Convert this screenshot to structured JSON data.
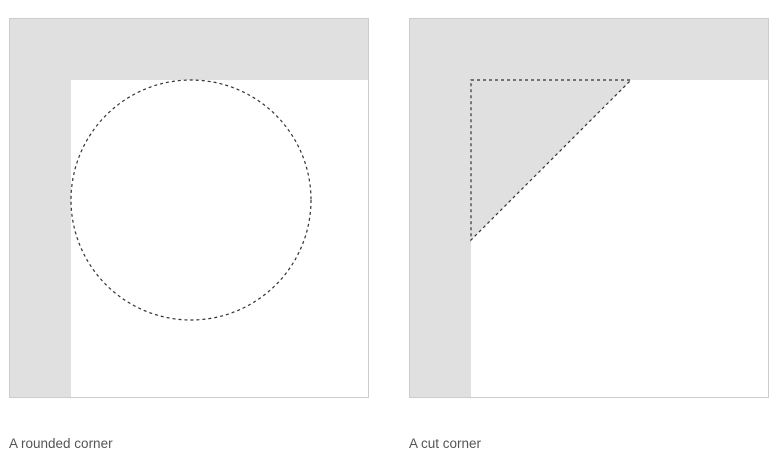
{
  "colors": {
    "page_background": "#ffffff",
    "shaded_region": "#e0e0e0",
    "frame_border": "#cccccc",
    "dashed_guide": "#333333",
    "caption_text": "#555555"
  },
  "figures": [
    {
      "id": "rounded",
      "caption": "A rounded corner",
      "guide_shape": "circle"
    },
    {
      "id": "cut",
      "caption": "A cut corner",
      "guide_shape": "triangle"
    }
  ]
}
